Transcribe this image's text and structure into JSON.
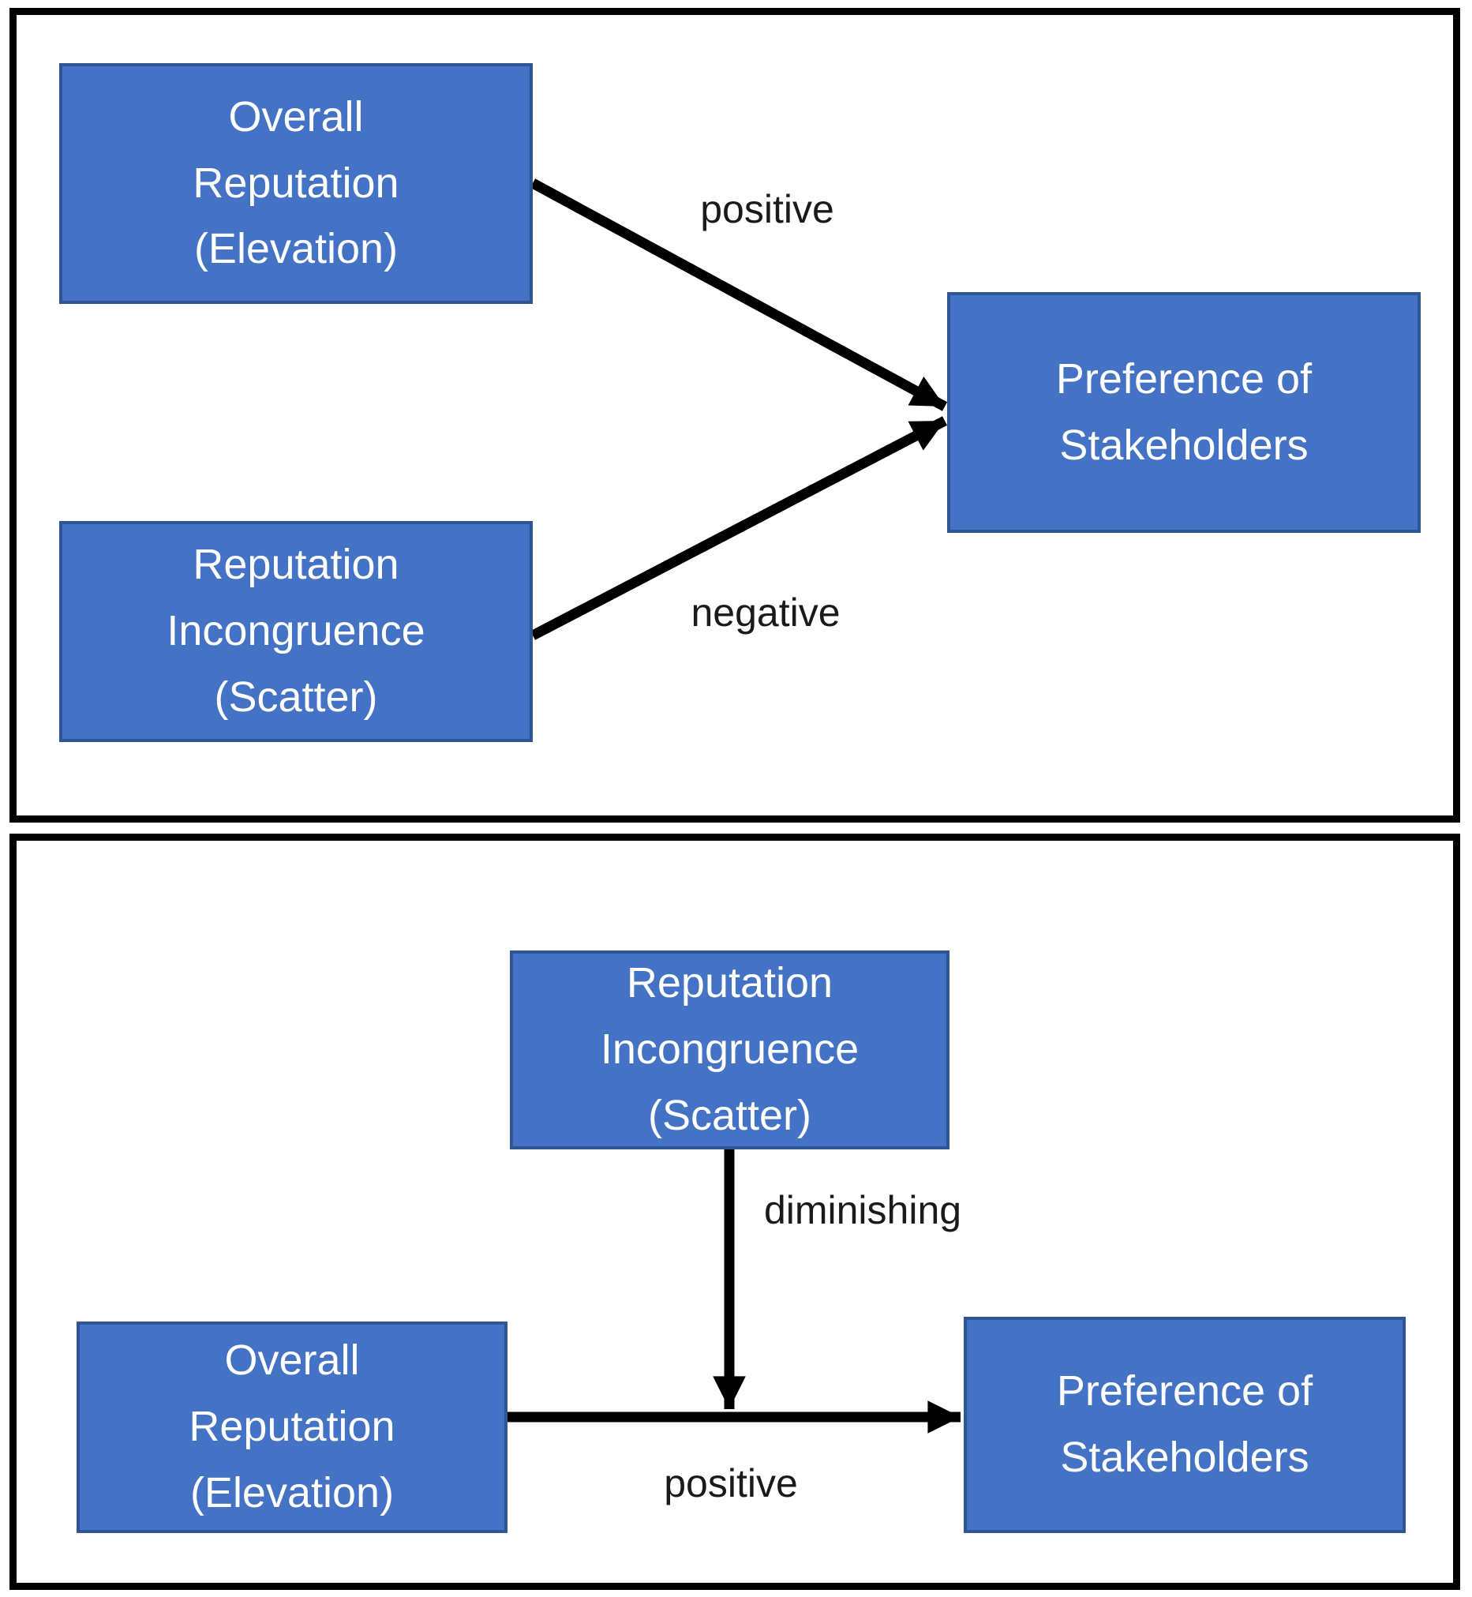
{
  "colors": {
    "node_fill": "#4472C4",
    "node_border": "#2F5597",
    "panel_border": "#000000",
    "arrow": "#000000",
    "label_text": "#1a1a1a",
    "node_text": "#ffffff",
    "page_bg": "#ffffff"
  },
  "panel1": {
    "nodes": {
      "overall_reputation": {
        "label": "Overall\nReputation\n(Elevation)"
      },
      "reputation_incongruence": {
        "label": "Reputation\nIncongruence\n(Scatter)"
      },
      "preference_of_stakeholders": {
        "label": "Preference of\nStakeholders"
      }
    },
    "edges": {
      "elevation_to_preference": {
        "label": "positive"
      },
      "scatter_to_preference": {
        "label": "negative"
      }
    }
  },
  "panel2": {
    "nodes": {
      "reputation_incongruence": {
        "label": "Reputation\nIncongruence\n(Scatter)"
      },
      "overall_reputation": {
        "label": "Overall\nReputation\n(Elevation)"
      },
      "preference_of_stakeholders": {
        "label": "Preference of\nStakeholders"
      }
    },
    "edges": {
      "scatter_moderation": {
        "label": "diminishing"
      },
      "elevation_to_preference": {
        "label": "positive"
      }
    }
  }
}
